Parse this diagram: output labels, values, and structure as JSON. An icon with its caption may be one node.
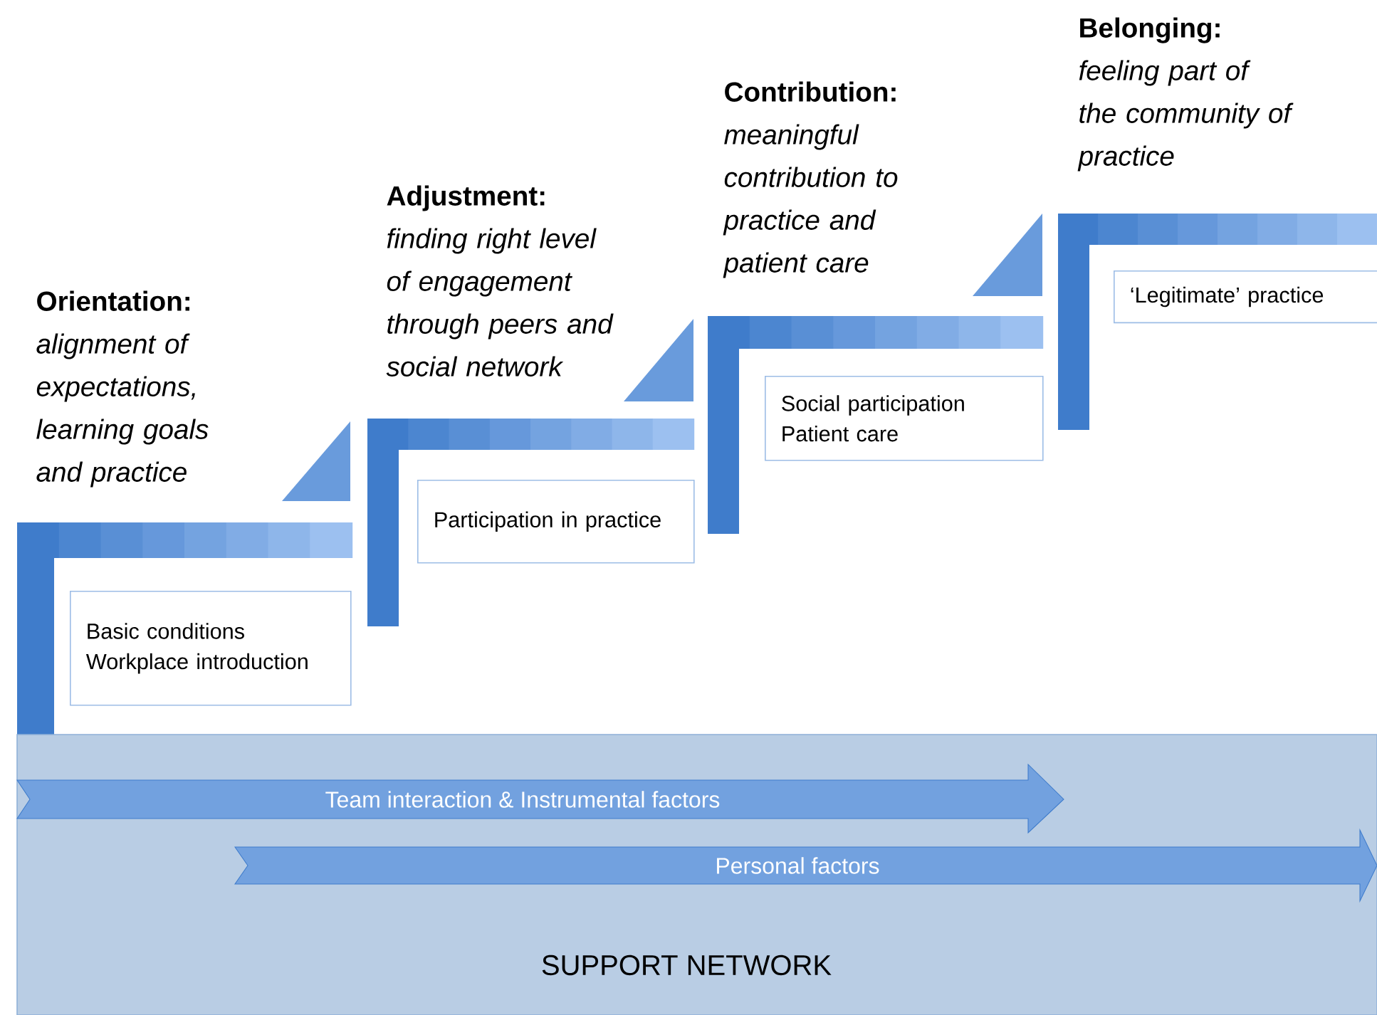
{
  "diagram": {
    "nodes": [
      {
        "text": [
          "SUPPORT NETWORK"
        ]
      },
      {
        "text": [
          "Team interaction & Instrumental factors"
        ],
        "in": 0
      },
      {
        "text": [
          "Personal factors"
        ],
        "in": 0
      },
      {
        "text": [
          "Basic conditions",
          "Workplace introduction"
        ]
      },
      {
        "text": [
          "Participation in practice"
        ]
      },
      {
        "text": [
          "Social participation",
          "Patient care"
        ]
      },
      {
        "text": [
          "‘Legitimate’ practice"
        ]
      }
    ],
    "labels": [
      "Belonging:",
      "feeling part of the community of practice",
      "Contribution:",
      "meaningful contribution to practice and patient care",
      "Adjustment:",
      "finding right level of engagement through peers and social network",
      "Orientation:",
      "alignment of expectations, learning goals and practice"
    ]
  }
}
